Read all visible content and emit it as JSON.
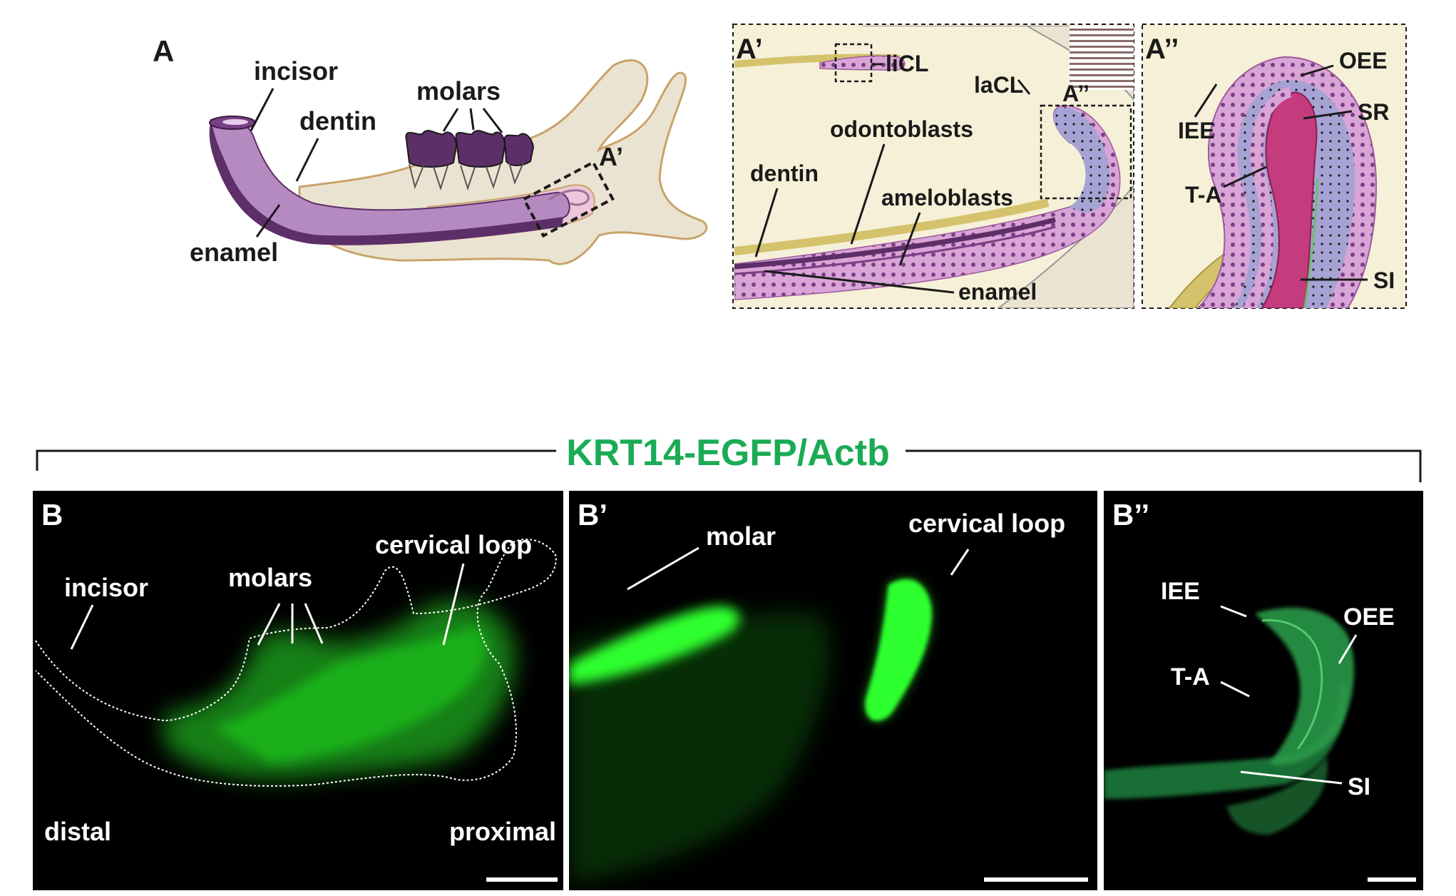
{
  "colors": {
    "background": "#ffffff",
    "ink": "#1a1a1a",
    "bone": "#ebe3d1",
    "bone_outline": "#c8a36a",
    "incisor_purple": "#7a3f86",
    "incisor_light": "#b48ac0",
    "pulp_pink": "#ecc6d9",
    "inset_bg": "#f6f0d8",
    "epithelium_pink": "#d9a4d6",
    "dentin_yellow": "#d4c36c",
    "sr_blue": "#a6a3d4",
    "ta_magenta": "#c43b7e",
    "fluor_green": "#2dff2d",
    "title_green": "#1bab55",
    "micrograph_bg": "#000000"
  },
  "icons": {
    "tooth_diagram": "mandible-illustration",
    "cervical_loop_inset": "cervical-loop-section",
    "micrograph": "fluorescence-micrograph"
  },
  "panel_a": {
    "panel_label": "A",
    "labels": {
      "incisor": "incisor",
      "dentin": "dentin",
      "molars": "molars",
      "enamel": "enamel",
      "inset_marker": "A’"
    }
  },
  "panel_a_prime": {
    "panel_label": "A’",
    "labels": {
      "licl": "liCL",
      "lacl": "laCL",
      "inset_marker": "A’’",
      "odontoblasts": "odontoblasts",
      "dentin": "dentin",
      "ameloblasts": "ameloblasts",
      "enamel": "enamel"
    }
  },
  "panel_a_double_prime": {
    "panel_label": "A’’",
    "labels": {
      "oee": "OEE",
      "iee": "IEE",
      "sr": "SR",
      "ta": "T-A",
      "si": "SI"
    }
  },
  "section_b": {
    "title": "KRT14-EGFP/Actb",
    "panel_b": {
      "panel_label": "B",
      "labels": {
        "incisor": "incisor",
        "molars": "molars",
        "cervical_loop": "cervical loop",
        "distal": "distal",
        "proximal": "proximal"
      }
    },
    "panel_b_prime": {
      "panel_label": "B’",
      "labels": {
        "molar": "molar",
        "cervical_loop": "cervical loop"
      }
    },
    "panel_b_double_prime": {
      "panel_label": "B’’",
      "labels": {
        "iee": "IEE",
        "oee": "OEE",
        "ta": "T-A",
        "si": "SI"
      }
    }
  }
}
